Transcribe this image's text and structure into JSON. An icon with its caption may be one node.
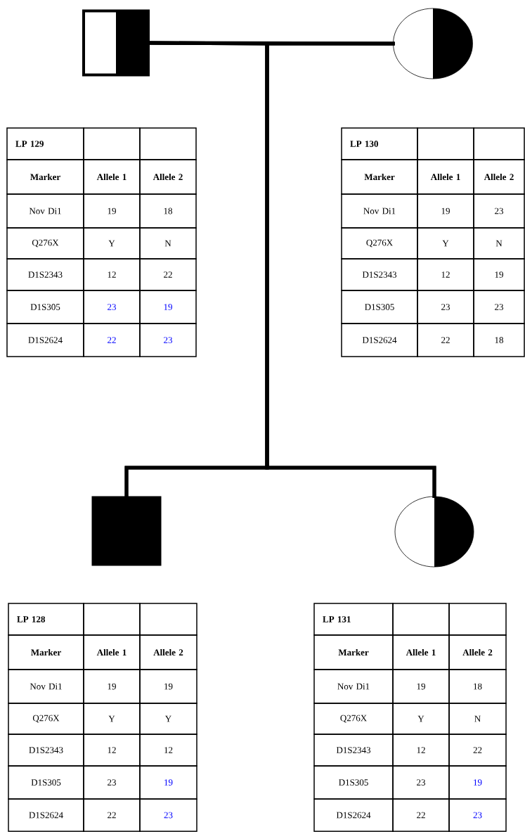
{
  "diagram": {
    "nodes": [
      {
        "text": [],
        "shape": "box"
      },
      {
        "text": [],
        "shape": "circle"
      },
      {
        "text": [],
        "shape": "box"
      },
      {
        "text": [],
        "shape": "circle"
      }
    ],
    "edges": [
      {
        "from": 0,
        "to": 1,
        "arrow": "none"
      },
      {
        "from": 0,
        "to": 2,
        "arrow": "none"
      },
      {
        "from": 1,
        "to": 2,
        "arrow": "none"
      },
      {
        "from": 0,
        "to": 3,
        "arrow": "none"
      },
      {
        "from": 1,
        "to": 3,
        "arrow": "none"
      }
    ],
    "labels": [
      "LP 129",
      "Marker",
      "Allele 1",
      "Allele 2",
      "Nov Di1",
      "19",
      "18",
      "Q276X",
      "Y",
      "N",
      "D1S2343",
      "12",
      "22",
      "D1S305",
      "23",
      "19",
      "D1S2624",
      "22",
      "23",
      "LP 130",
      "Marker",
      "Allele 1",
      "Allele 2",
      "Nov Di1",
      "19",
      "23",
      "Q276X",
      "Y",
      "N",
      "D1S2343",
      "12",
      "19",
      "D1S305",
      "23",
      "23",
      "D1S2624",
      "22",
      "18",
      "LP 128",
      "Marker",
      "Allele 1",
      "Allele 2",
      "Nov Di1",
      "19",
      "19",
      "Q276X",
      "Y",
      "Y",
      "D1S2343",
      "12",
      "12",
      "D1S305",
      "23",
      "19",
      "D1S2624",
      "22",
      "23",
      "LP 131",
      "Marker",
      "Allele 1",
      "Allele 2",
      "Nov Di1",
      "19",
      "18",
      "Q276X",
      "Y",
      "N",
      "D1S2343",
      "12",
      "22",
      "D1S305",
      "23",
      "19",
      "D1S2624",
      "22",
      "23"
    ]
  }
}
